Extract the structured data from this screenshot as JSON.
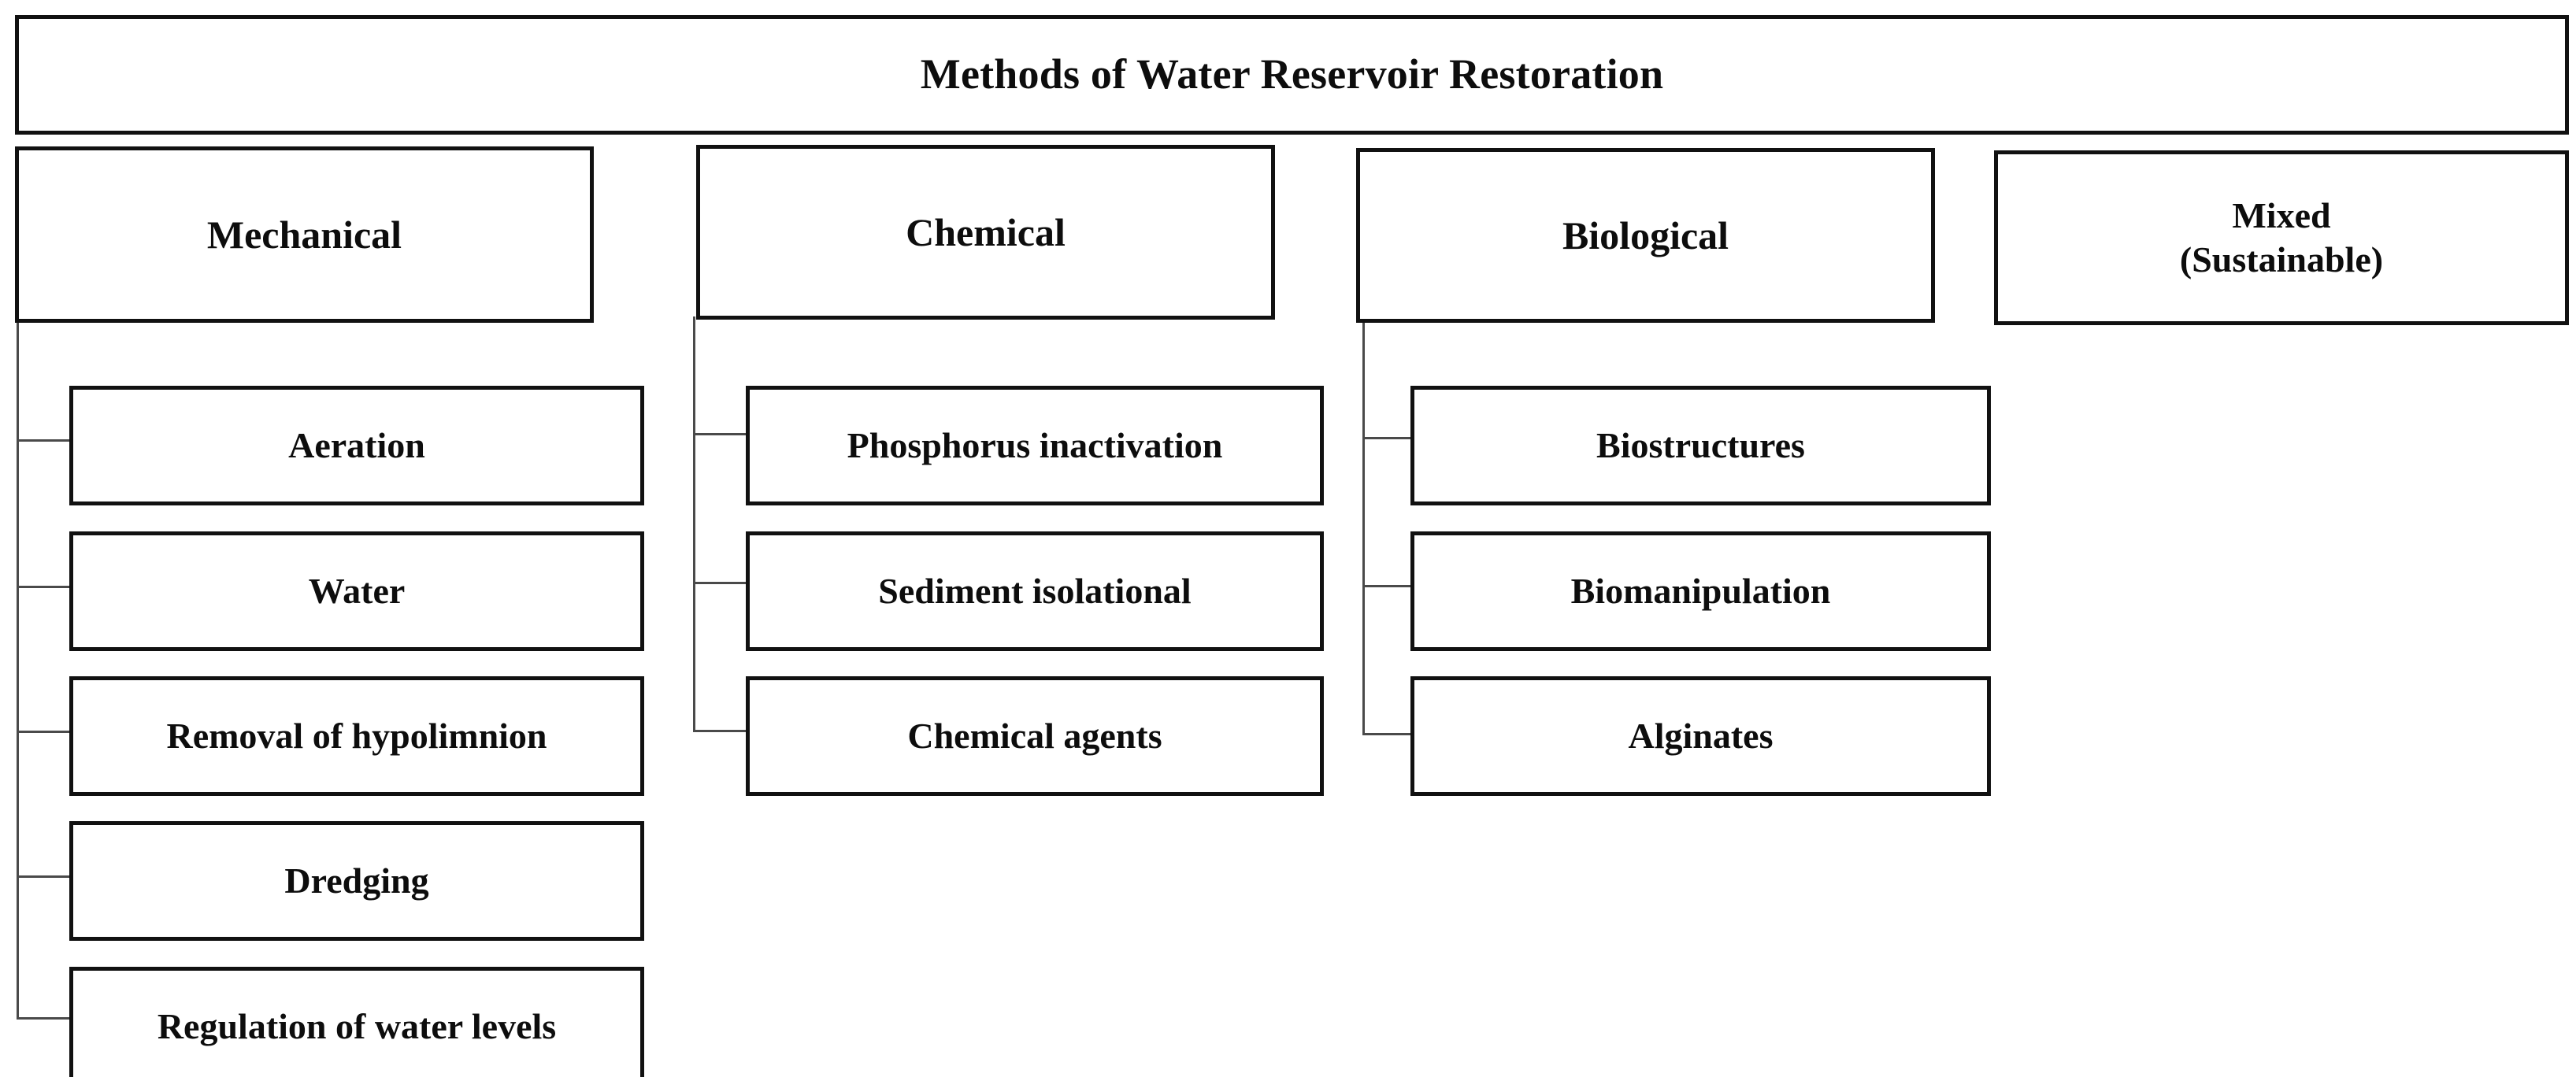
{
  "diagram": {
    "title": "Methods of Water Reservoir Restoration",
    "colors": {
      "box_border": "#111111",
      "connector": "#4a4a4a",
      "background": "#ffffff",
      "text": "#0d0d0d"
    },
    "categories": [
      {
        "id": "mechanical",
        "label": "Mechanical",
        "children": [
          {
            "label": "Aeration"
          },
          {
            "label": "Water"
          },
          {
            "label": "Removal of hypolimnion"
          },
          {
            "label": "Dredging"
          },
          {
            "label": "Regulation of water levels"
          }
        ]
      },
      {
        "id": "chemical",
        "label": "Chemical",
        "children": [
          {
            "label": "Phosphorus inactivation"
          },
          {
            "label": "Sediment isolational"
          },
          {
            "label": "Chemical agents"
          }
        ]
      },
      {
        "id": "biological",
        "label": "Biological",
        "children": [
          {
            "label": "Biostructures"
          },
          {
            "label": "Biomanipulation"
          },
          {
            "label": "Alginates"
          }
        ]
      },
      {
        "id": "mixed",
        "label": "Mixed\n(Sustainable)",
        "label_line1": "Mixed",
        "label_line2": "(Sustainable)",
        "children": []
      }
    ]
  }
}
